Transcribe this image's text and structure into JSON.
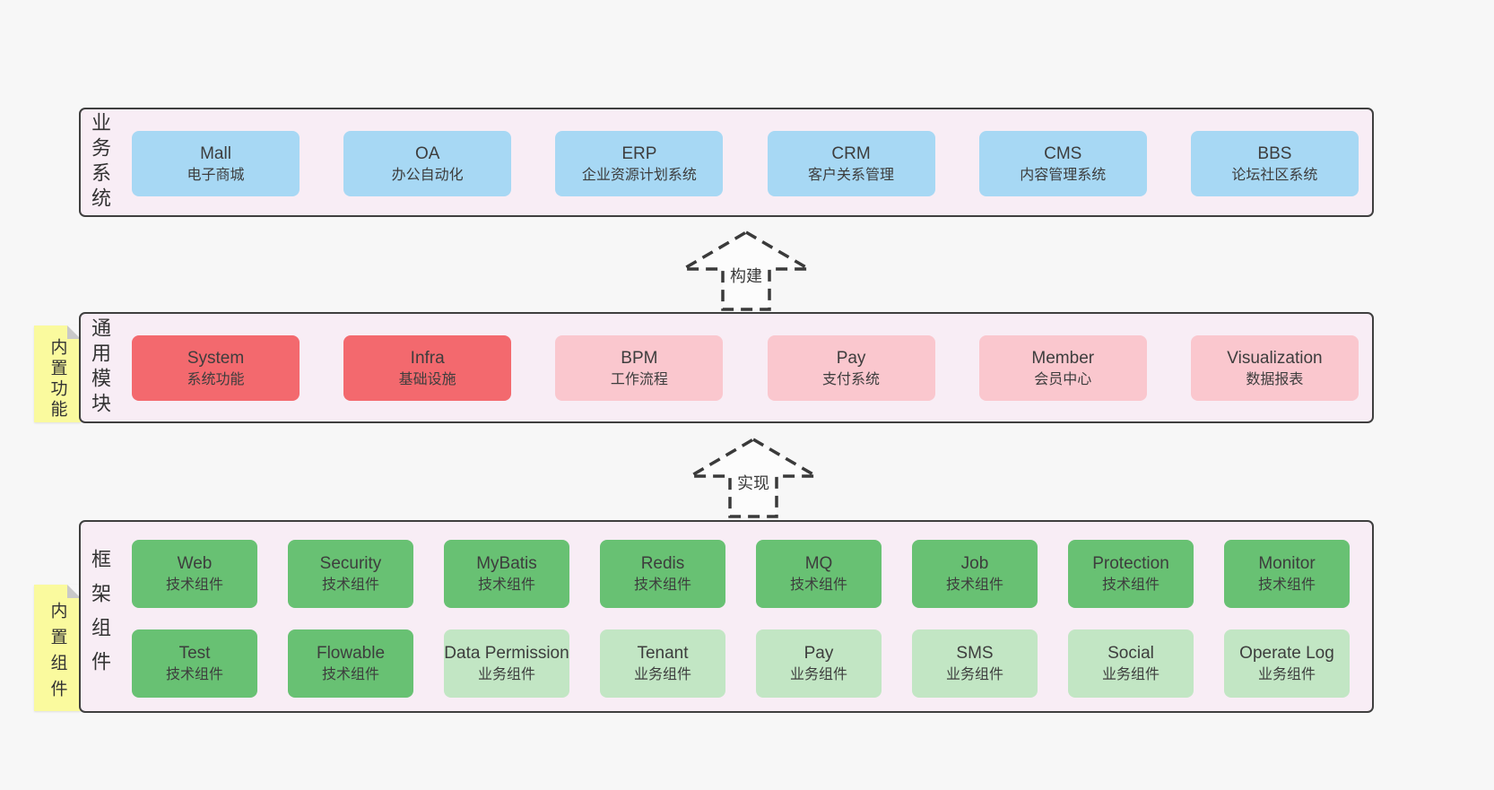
{
  "colors": {
    "page_bg": "#f7f7f7",
    "layer_bg": "#f8edf5",
    "layer_border": "#3f3f3f",
    "blue_box": "#a7d8f4",
    "red_box": "#f3696e",
    "pink_box": "#fac7ce",
    "green_box": "#68c173",
    "light_green_box": "#c2e6c4",
    "sticky_bg": "#fafa9e",
    "sticky_fold": "#c9c9c9",
    "text": "#3d3d3d"
  },
  "arrows": [
    {
      "label": "构建"
    },
    {
      "label": "实现"
    }
  ],
  "layers": {
    "business": {
      "label": "业务系统",
      "boxes": [
        {
          "name": "Mall",
          "desc": "电子商城"
        },
        {
          "name": "OA",
          "desc": "办公自动化"
        },
        {
          "name": "ERP",
          "desc": "企业资源计划系统"
        },
        {
          "name": "CRM",
          "desc": "客户关系管理"
        },
        {
          "name": "CMS",
          "desc": "内容管理系统"
        },
        {
          "name": "BBS",
          "desc": "论坛社区系统"
        }
      ]
    },
    "modules": {
      "label": "通用模块",
      "sticky": "内置功能",
      "boxes": [
        {
          "name": "System",
          "desc": "系统功能"
        },
        {
          "name": "Infra",
          "desc": "基础设施"
        },
        {
          "name": "BPM",
          "desc": "工作流程"
        },
        {
          "name": "Pay",
          "desc": "支付系统"
        },
        {
          "name": "Member",
          "desc": "会员中心"
        },
        {
          "name": "Visualization",
          "desc": "数据报表"
        }
      ]
    },
    "components": {
      "label": "框架组件",
      "sticky": "内置组件",
      "row1": [
        {
          "name": "Web",
          "desc": "技术组件"
        },
        {
          "name": "Security",
          "desc": "技术组件"
        },
        {
          "name": "MyBatis",
          "desc": "技术组件"
        },
        {
          "name": "Redis",
          "desc": "技术组件"
        },
        {
          "name": "MQ",
          "desc": "技术组件"
        },
        {
          "name": "Job",
          "desc": "技术组件"
        },
        {
          "name": "Protection",
          "desc": "技术组件"
        },
        {
          "name": "Monitor",
          "desc": "技术组件"
        }
      ],
      "row2": [
        {
          "name": "Test",
          "desc": "技术组件"
        },
        {
          "name": "Flowable",
          "desc": "技术组件"
        },
        {
          "name": "Data Permission",
          "desc": "业务组件"
        },
        {
          "name": "Tenant",
          "desc": "业务组件"
        },
        {
          "name": "Pay",
          "desc": "业务组件"
        },
        {
          "name": "SMS",
          "desc": "业务组件"
        },
        {
          "name": "Social",
          "desc": "业务组件"
        },
        {
          "name": "Operate Log",
          "desc": "业务组件"
        }
      ]
    }
  }
}
